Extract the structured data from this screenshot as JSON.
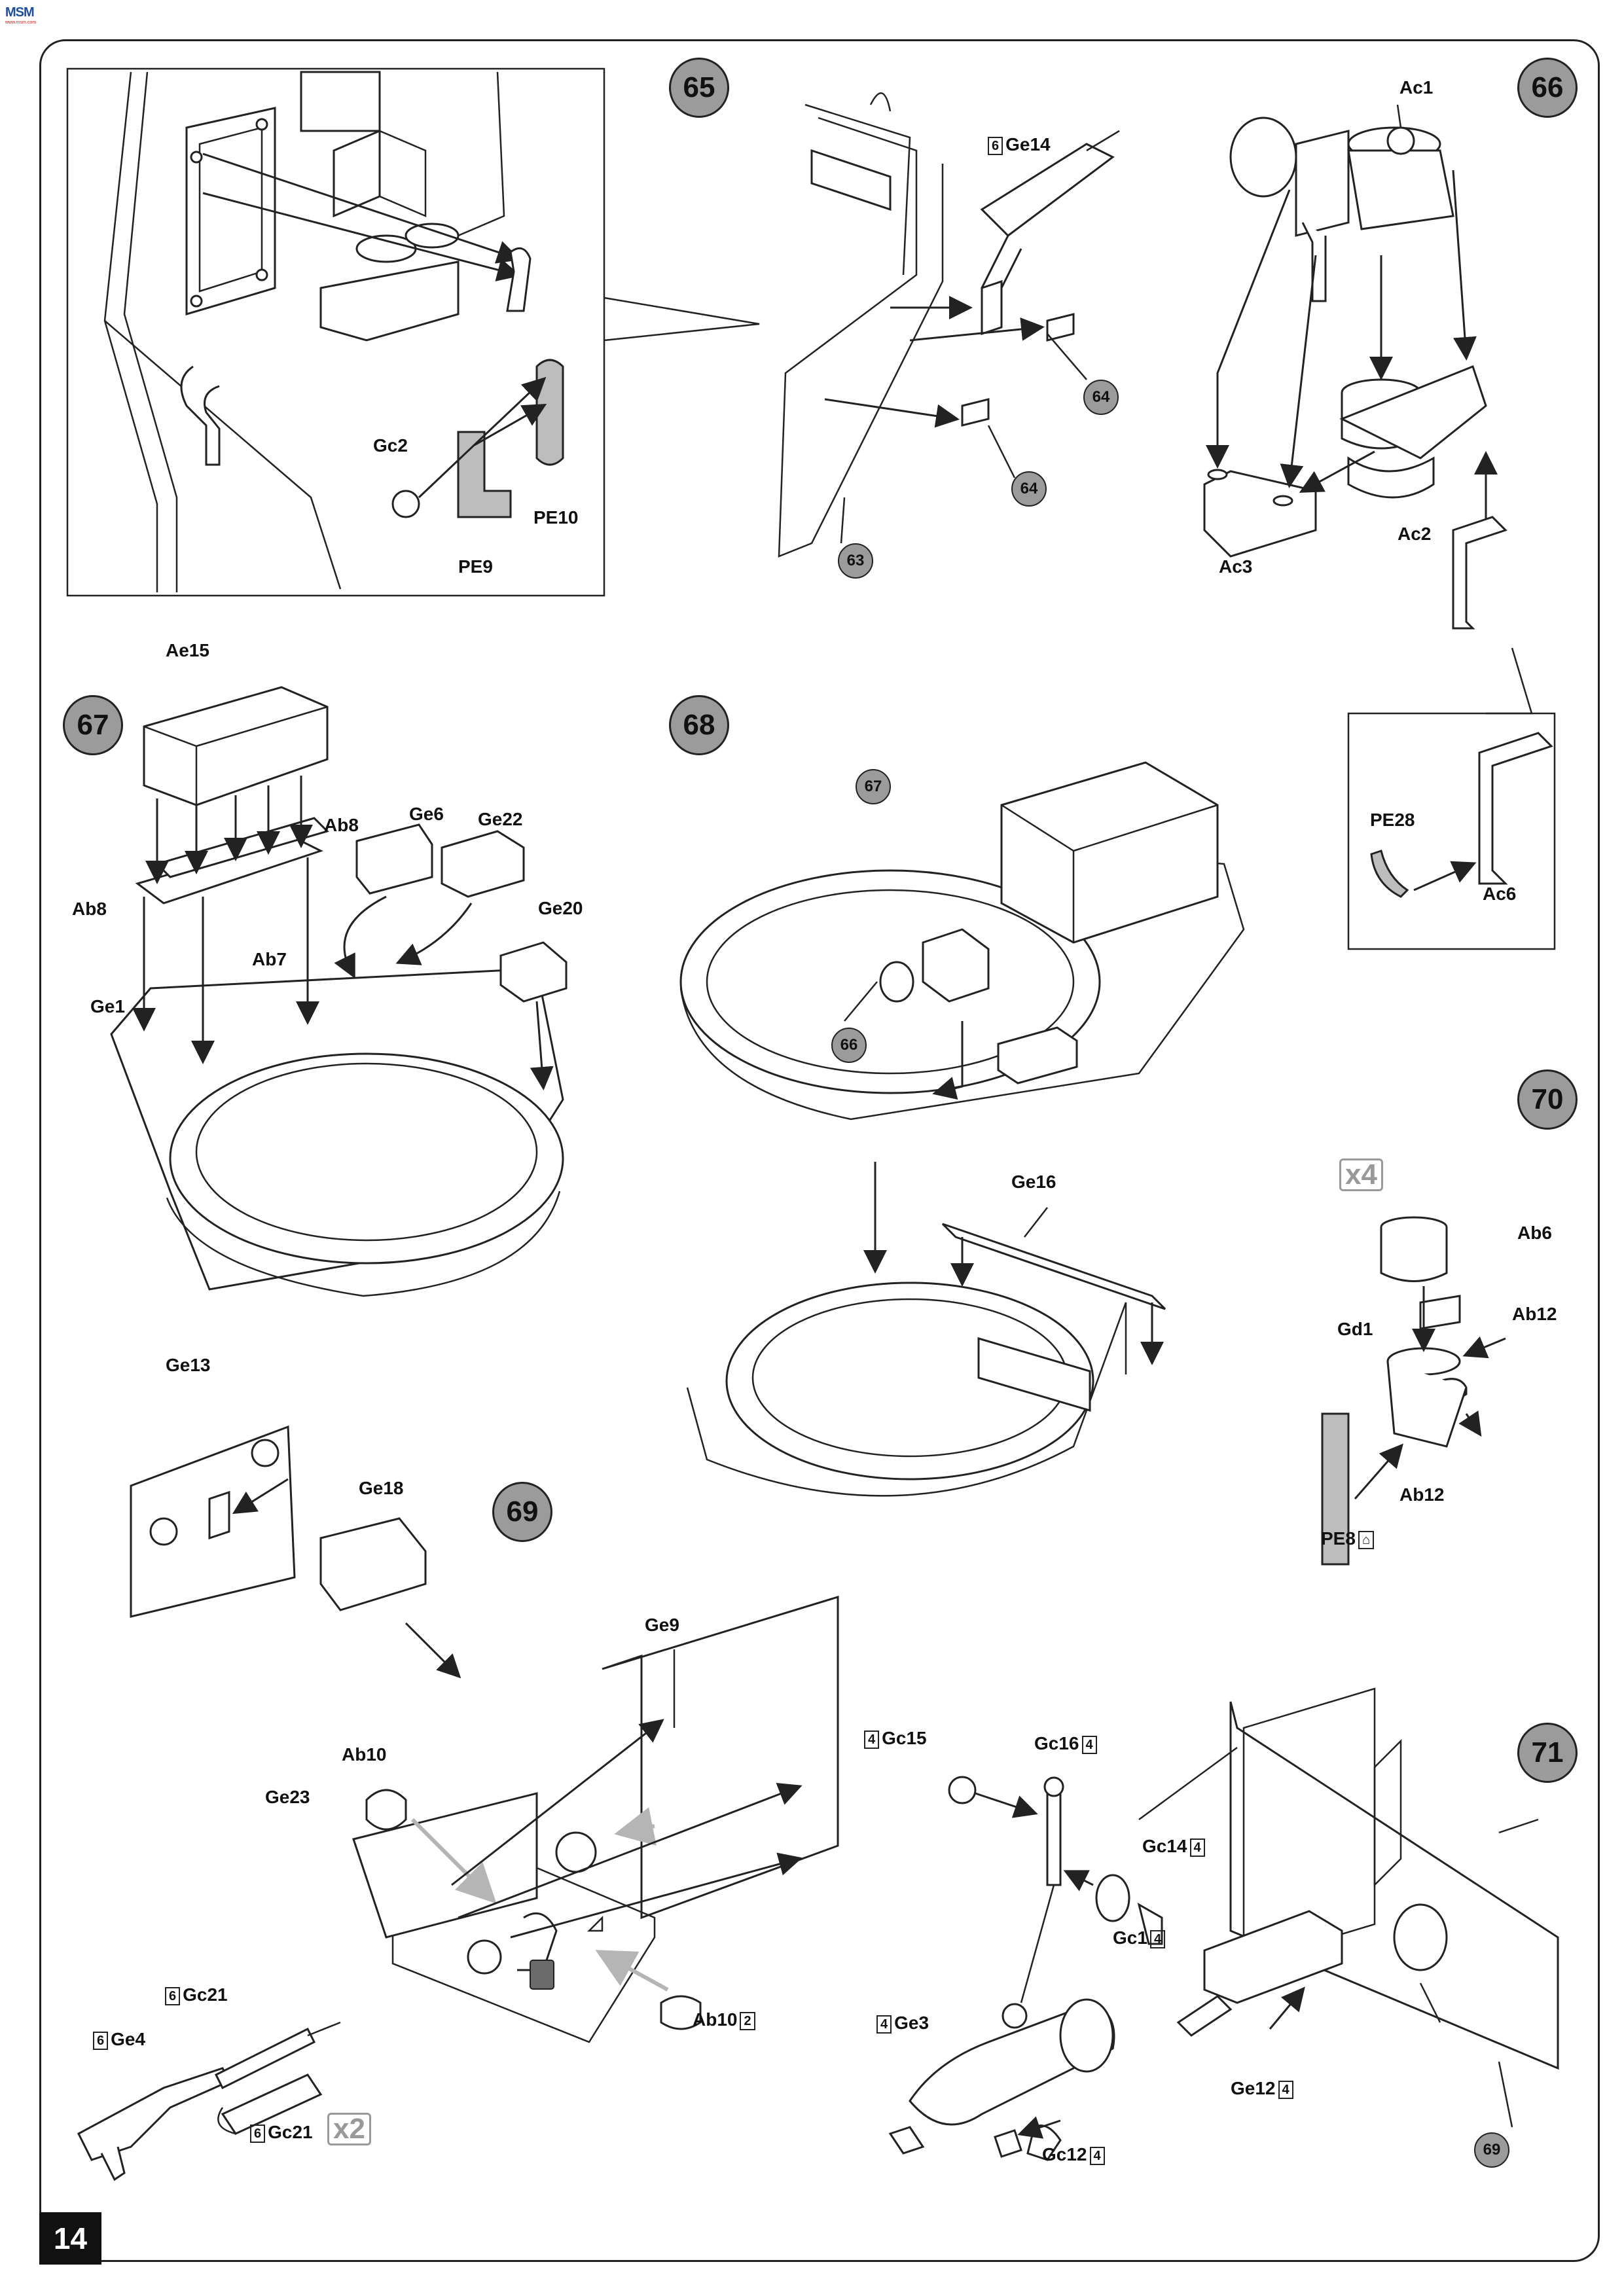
{
  "header": {
    "logo_text": "MSM",
    "logo_sub": "www.msm.com"
  },
  "page_number": "14",
  "steps": [
    {
      "id": "s65",
      "label": "65"
    },
    {
      "id": "s66",
      "label": "66"
    },
    {
      "id": "s67",
      "label": "67"
    },
    {
      "id": "s68",
      "label": "68"
    },
    {
      "id": "s69",
      "label": "69"
    },
    {
      "id": "s70",
      "label": "70"
    },
    {
      "id": "s71",
      "label": "71"
    }
  ],
  "refs": {
    "r63": "63",
    "r64a": "64",
    "r64b": "64",
    "r66": "66",
    "r67": "67",
    "r69": "69"
  },
  "labels": {
    "gc2": "Gc2",
    "pe9": "PE9",
    "pe10": "PE10",
    "ge14": "Ge14",
    "ge14_qty": "6",
    "ac1": "Ac1",
    "ac2": "Ac2",
    "ac3": "Ac3",
    "ac6": "Ac6",
    "pe28": "PE28",
    "ae15": "Ae15",
    "ab8a": "Ab8",
    "ab8b": "Ab8",
    "ab7": "Ab7",
    "ge1": "Ge1",
    "ge6": "Ge6",
    "ge22": "Ge22",
    "ge20": "Ge20",
    "ge16": "Ge16",
    "ab6": "Ab6",
    "ab12a": "Ab12",
    "ab12b": "Ab12",
    "gd1": "Gd1",
    "pe8": "PE8",
    "ge13": "Ge13",
    "ge18": "Ge18",
    "ge9": "Ge9",
    "ab10": "Ab10",
    "ge23": "Ge23",
    "ab10b": "Ab10",
    "ab10b_qty": "2",
    "gc21a": "Gc21",
    "gc21a_qty": "6",
    "ge4": "Ge4",
    "ge4_qty": "6",
    "gc21b": "Gc21",
    "gc21b_qty": "6",
    "gc15": "Gc15",
    "gc15_qty": "4",
    "gc16": "Gc16",
    "gc16_qty": "4",
    "gc14": "Gc14",
    "gc14_qty": "4",
    "gc1": "Gc1",
    "gc1_qty": "4",
    "ge3": "Ge3",
    "ge3_qty": "4",
    "gc12": "Gc12",
    "gc12_qty": "4",
    "ge12": "Ge12",
    "ge12_qty": "4"
  },
  "multipliers": {
    "x4": "x4",
    "x2": "x2"
  }
}
